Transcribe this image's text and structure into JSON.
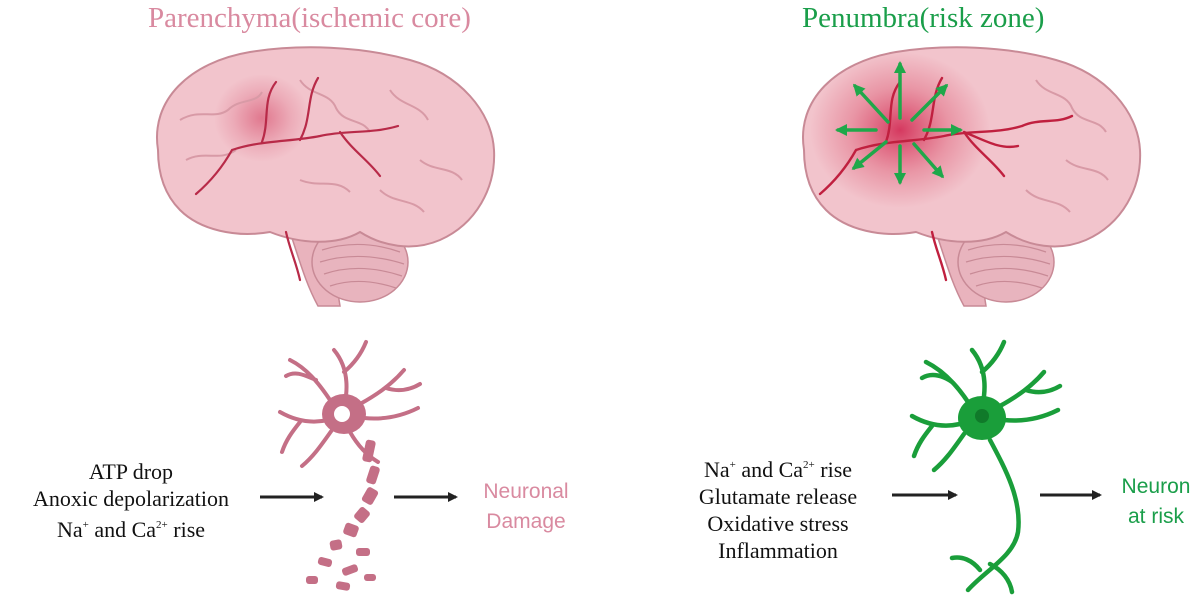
{
  "left_panel": {
    "title": "Parenchyma(ischemic core)",
    "title_color": "#d98aa0",
    "causes": [
      "ATP drop",
      "Anoxic depolarization"
    ],
    "ion_line": {
      "na": "Na",
      "na_sup": "+",
      "mid": " and Ca",
      "ca_sup": "2+",
      "tail": " rise"
    },
    "outcome": [
      "Neuronal",
      "Damage"
    ],
    "outcome_color": "#d98aa0",
    "neuron_color": "#c46f86"
  },
  "right_panel": {
    "title": "Penumbra(risk zone)",
    "title_color": "#1a9e4a",
    "ion_line": {
      "na": "Na",
      "na_sup": "+",
      "mid": " and Ca",
      "ca_sup": "2+",
      "tail": " rise"
    },
    "causes": [
      "Glutamate release",
      "Oxidative stress",
      "Inflammation"
    ],
    "outcome": [
      "Neuron",
      "at risk"
    ],
    "outcome_color": "#1a9e4a",
    "neuron_color": "#1a9e3a",
    "spread_arrow_color": "#1fa84a"
  },
  "colors": {
    "brain_fill": "#f2c4cc",
    "brain_stroke": "#c88a96",
    "vessel": "#c0203f",
    "arrow": "#222222"
  }
}
